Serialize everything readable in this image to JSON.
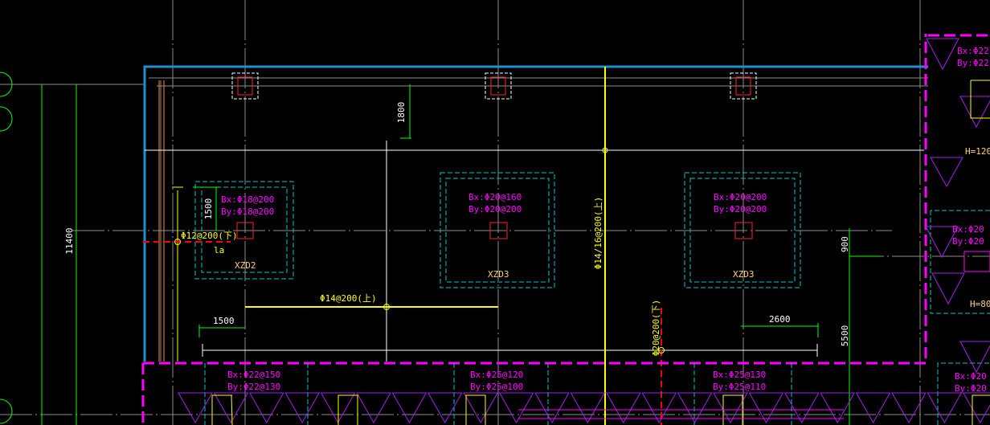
{
  "colors": {
    "background": "#000000",
    "wall": "#1e90d0",
    "footing": "#00c8c8",
    "rebar_text": "#ff00ff",
    "top_rebar": "#ffff00",
    "bottom_rebar": "#ff0000",
    "dimension": "#00ff00",
    "axis": "#8c8c8c",
    "pile_cap": "#ff00ff"
  },
  "foundations": [
    {
      "id": "XZD2",
      "bx": "Bx:Φ18@200",
      "by": "By:Φ18@200"
    },
    {
      "id": "XZD3",
      "bx": "Bx:Φ20@160",
      "by": "By:Φ20@200"
    },
    {
      "id": "XZD3",
      "bx": "Bx:Φ20@200",
      "by": "By:Φ20@200"
    }
  ],
  "rebar_labels": {
    "left_bottom": "Φ12@200(下)",
    "anchor": "la",
    "mid_top": "Φ14@200(上)",
    "vertical_top": "Φ14/16@200(上)",
    "vertical_bottom": "Φ20@200(下)"
  },
  "dimensions": {
    "top": "1800",
    "left_vertical": "1500",
    "left_horizontal": "1500",
    "right_horizontal": "2600",
    "right_upper": "900",
    "right_lower": "5500",
    "overall": "11400"
  },
  "bottom_caps": [
    {
      "bx": "Bx:Φ22@150",
      "by": "By:Φ22@130"
    },
    {
      "bx": "Bx:Φ25@120",
      "by": "By:Φ25@100"
    },
    {
      "bx": "Bx:Φ25@130",
      "by": "By:Φ25@110"
    },
    {
      "bx": "Bx:Φ20",
      "by": "By:Φ20"
    }
  ],
  "right_caps": [
    {
      "bx": "Bx:Φ22",
      "by": "By:Φ22",
      "h": "H=120"
    },
    {
      "bx": "Bx:Φ20",
      "by": "By:Φ20",
      "h": "H=80"
    }
  ]
}
